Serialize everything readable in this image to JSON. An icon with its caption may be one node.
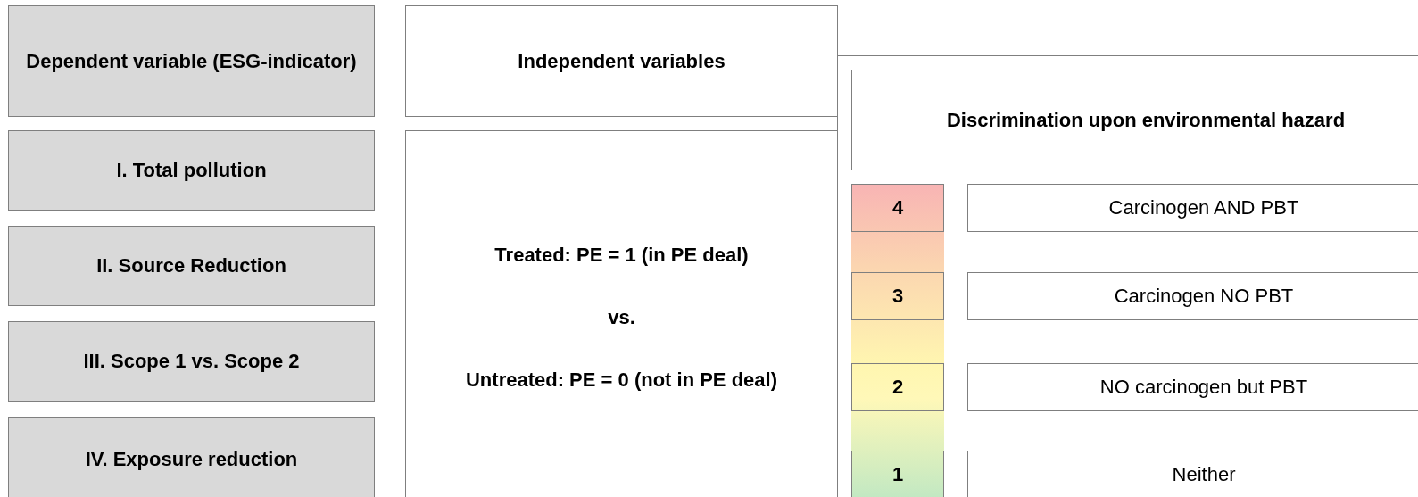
{
  "diagram": {
    "nodes": [
      {
        "text": [
          "Dependent variable (ESG-indicator)"
        ]
      },
      {
        "text": [
          "I. Total pollution"
        ]
      },
      {
        "text": [
          "II. Source Reduction"
        ]
      },
      {
        "text": [
          "III. Scope 1 vs. Scope 2"
        ]
      },
      {
        "text": [
          "IV. Exposure reduction"
        ]
      },
      {
        "text": [
          "Independent variables"
        ]
      },
      {
        "text": [
          "Treated: PE = 1 (in PE deal)",
          "vs.",
          "Untreated: PE = 0 (not in PE deal)"
        ]
      },
      {
        "text": [],
        "shape": "box"
      },
      {
        "text": [
          "Discrimination upon environmental hazard"
        ],
        "in": 7
      },
      {
        "text": [],
        "shape": "bar",
        "in": 7
      },
      {
        "text": [
          "4"
        ],
        "in": 9
      },
      {
        "text": [
          "Carcinogen AND PBT"
        ],
        "in": 7
      },
      {
        "text": [
          "3"
        ],
        "in": 9
      },
      {
        "text": [
          "Carcinogen NO PBT"
        ],
        "in": 7
      },
      {
        "text": [
          "2"
        ],
        "in": 9
      },
      {
        "text": [
          "NO carcinogen but PBT"
        ],
        "in": 7
      },
      {
        "text": [
          "1"
        ],
        "in": 9
      },
      {
        "text": [
          "Neither"
        ],
        "in": 7
      }
    ]
  }
}
